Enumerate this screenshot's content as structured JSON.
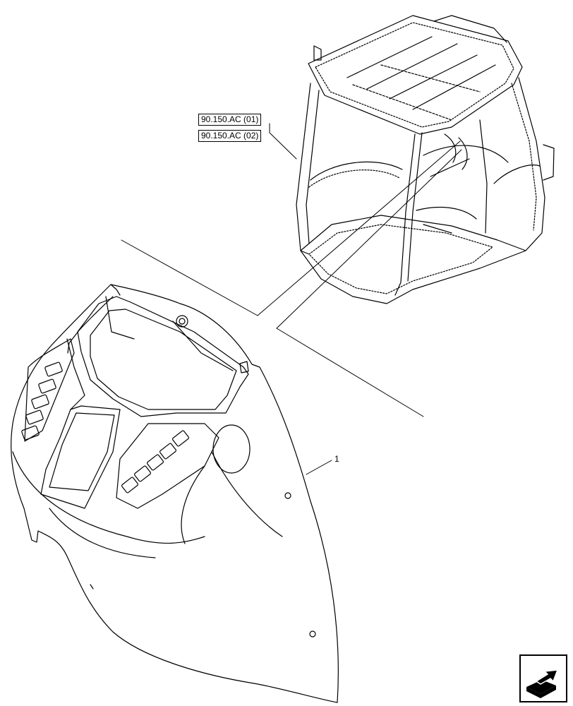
{
  "references": [
    {
      "label": "90.150.AC (01)"
    },
    {
      "label": "90.150.AC (02)"
    }
  ],
  "callouts": [
    {
      "label": "1"
    }
  ],
  "navigation": {
    "icon": "next-page-arrow-icon"
  }
}
